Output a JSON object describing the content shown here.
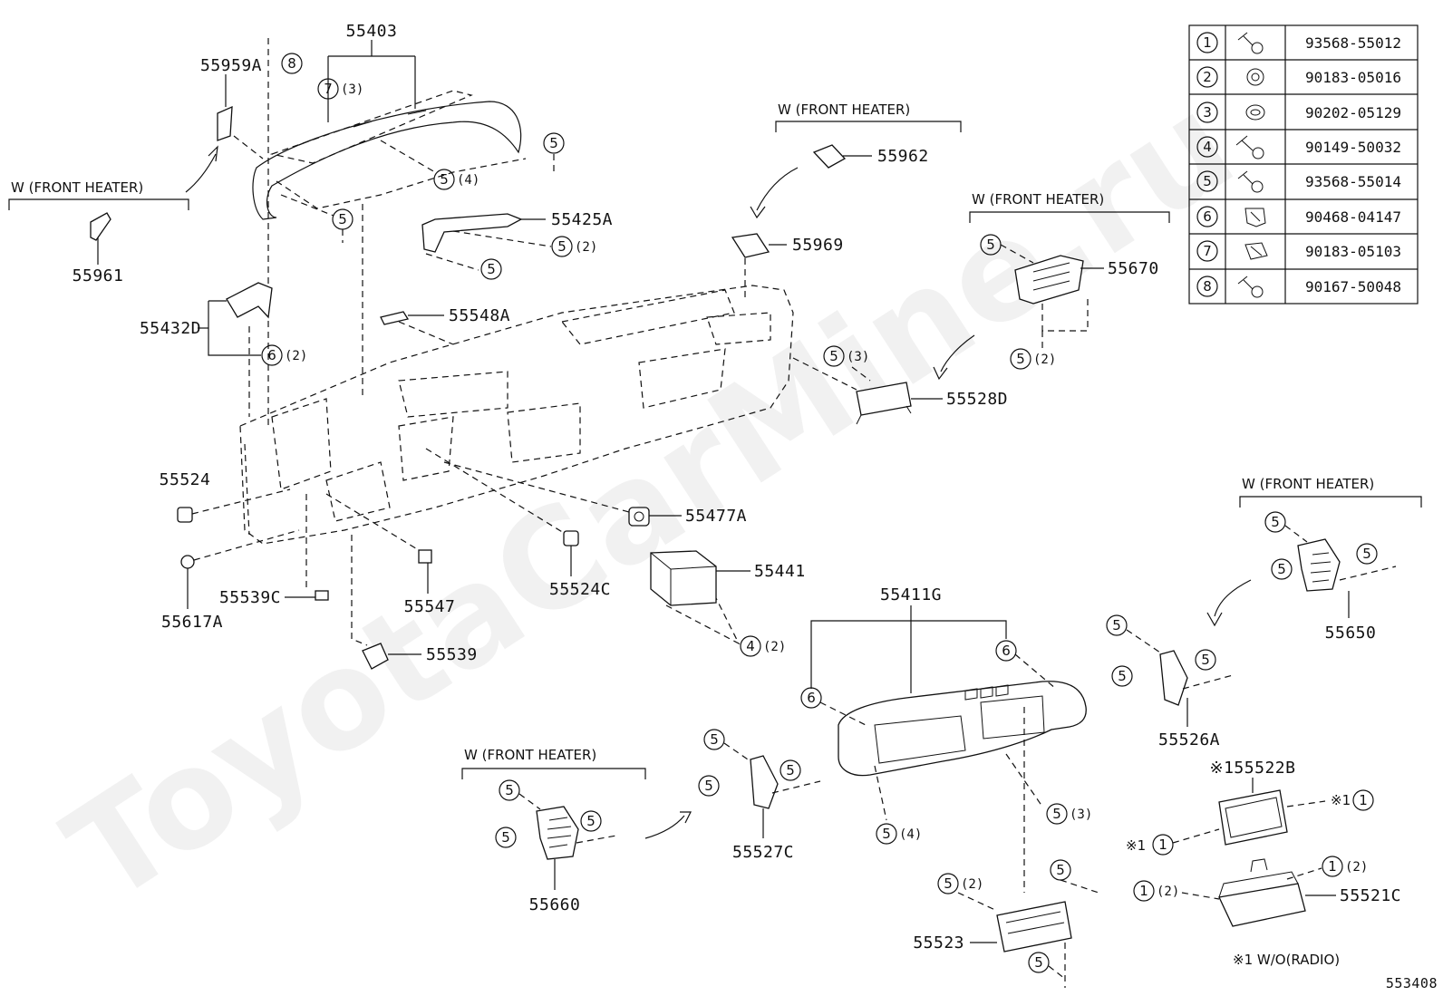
{
  "watermark": "ToyotaCarMine.ru",
  "diagram_id": "553408",
  "footnote": "※1 W/O(RADIO)",
  "parts": {
    "p55403": "55403",
    "p55959A": "55959A",
    "p55961": "55961",
    "p55432D": "55432D",
    "p55425A": "55425A",
    "p55548A": "55548A",
    "p55962": "55962",
    "p55969": "55969",
    "p55670": "55670",
    "p55528D": "55528D",
    "p55524": "55524",
    "p55617A": "55617A",
    "p55539C": "55539C",
    "p55547": "55547",
    "p55539": "55539",
    "p55524C": "55524C",
    "p55477A": "55477A",
    "p55441": "55441",
    "p55411G": "55411G",
    "p55650": "55650",
    "p55526A": "55526A",
    "p55522B": "※155522B",
    "p55521C": "55521C",
    "p55523": "55523",
    "p55527C": "55527C",
    "p55660": "55660"
  },
  "variant_label": "W (FRONT HEATER)",
  "qty": {
    "q2": "(2)",
    "q3": "(3)",
    "q4": "(4)"
  },
  "ref_mark": "※1",
  "legend": [
    {
      "num": "1",
      "part": "93568-55012",
      "icon": "screw-icon"
    },
    {
      "num": "2",
      "part": "90183-05016",
      "icon": "nut-icon"
    },
    {
      "num": "3",
      "part": "90202-05129",
      "icon": "washer-icon"
    },
    {
      "num": "4",
      "part": "90149-50032",
      "icon": "screw-icon"
    },
    {
      "num": "5",
      "part": "93568-55014",
      "icon": "screw-icon"
    },
    {
      "num": "6",
      "part": "90468-04147",
      "icon": "clip-icon"
    },
    {
      "num": "7",
      "part": "90183-05103",
      "icon": "clip-icon"
    },
    {
      "num": "8",
      "part": "90167-50048",
      "icon": "screw-icon"
    }
  ]
}
